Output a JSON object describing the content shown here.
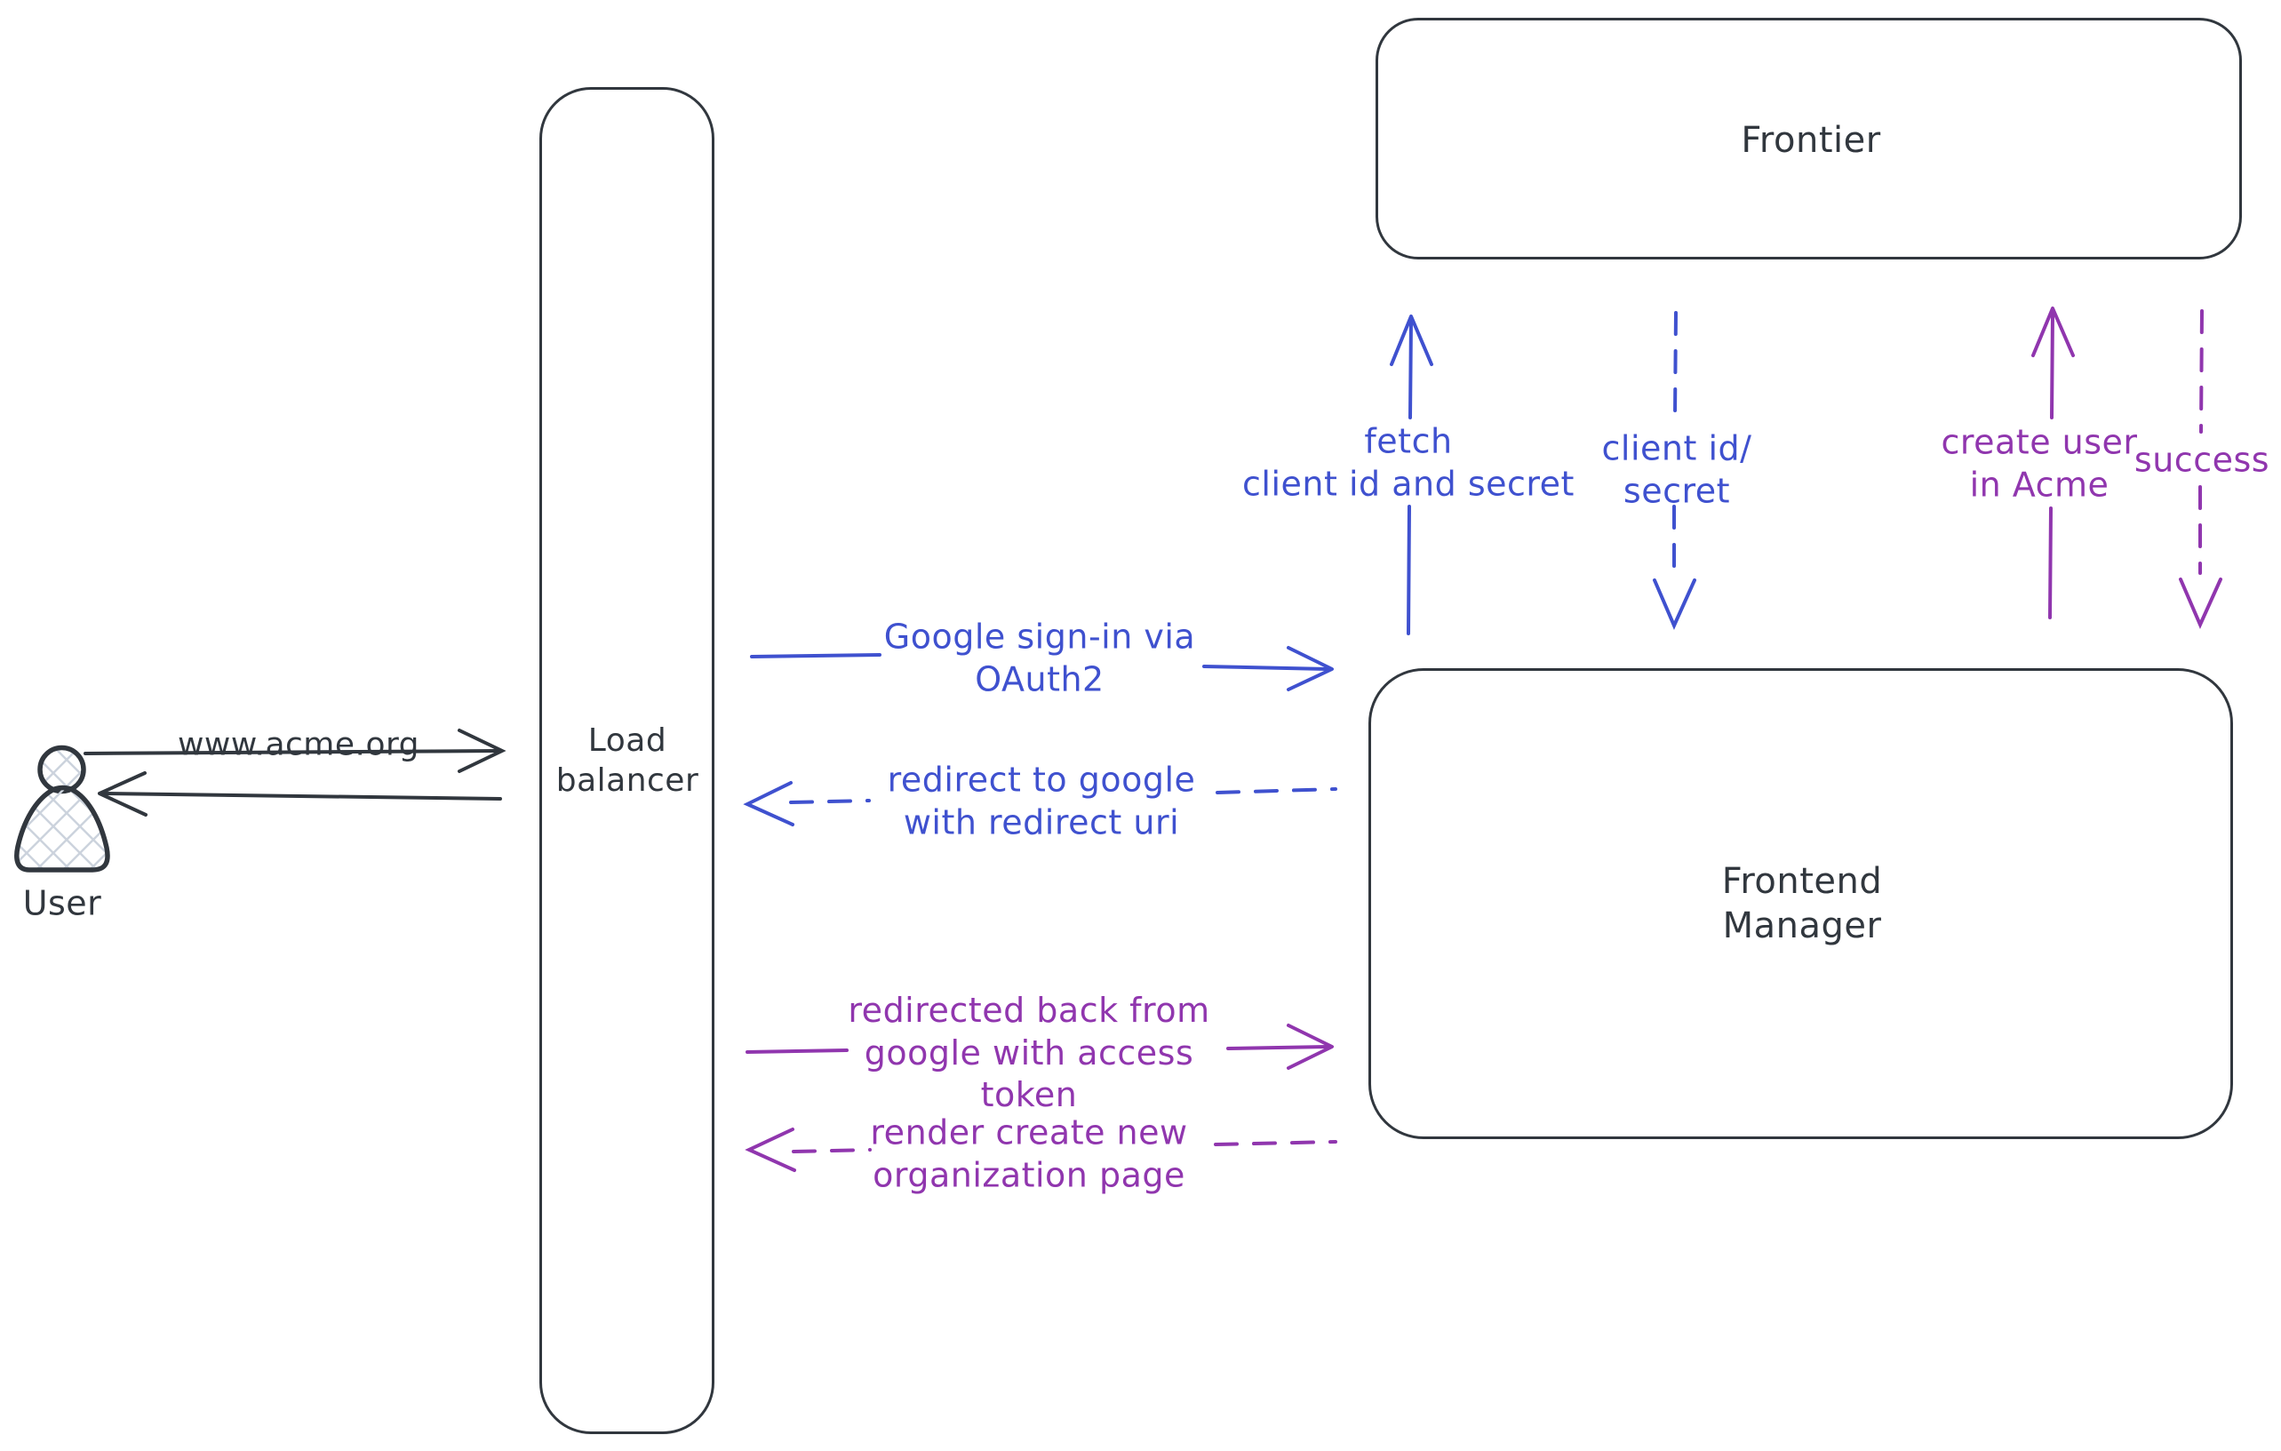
{
  "colors": {
    "ink": "#31373e",
    "blue": "#3f51cf",
    "purple": "#9036ae",
    "hatch_fill": "#ccd3dd"
  },
  "nodes": {
    "user": {
      "label": "User",
      "shape": "person"
    },
    "load_balancer": {
      "label": "Load\nbalancer",
      "shape": "rounded-rect"
    },
    "frontier": {
      "label": "Frontier",
      "shape": "rounded-rect"
    },
    "frontend_manager": {
      "label": "Frontend\nManager",
      "shape": "rounded-rect"
    }
  },
  "edges": {
    "www_acme": {
      "label": "www.acme.org",
      "from": "user",
      "to": "load_balancer",
      "line": "solid",
      "color": "ink",
      "direction": "right"
    },
    "lb_to_user": {
      "label": "",
      "from": "load_balancer",
      "to": "user",
      "line": "solid",
      "color": "ink",
      "direction": "left"
    },
    "google_signin": {
      "label": "Google sign-in via\nOAuth2",
      "from": "load_balancer",
      "to": "frontend_manager",
      "line": "solid",
      "color": "blue",
      "direction": "right"
    },
    "redirect_google": {
      "label": "redirect to google\nwith redirect uri",
      "from": "frontend_manager",
      "to": "load_balancer",
      "line": "dashed",
      "color": "blue",
      "direction": "left"
    },
    "redirected_back": {
      "label": "redirected back from\ngoogle with access\ntoken",
      "from": "load_balancer",
      "to": "frontend_manager",
      "line": "solid",
      "color": "purple",
      "direction": "right"
    },
    "render_page": {
      "label": "render create new\norganization page",
      "from": "frontend_manager",
      "to": "load_balancer",
      "line": "dashed",
      "color": "purple",
      "direction": "left"
    },
    "fetch_secret": {
      "label": "fetch\nclient id and secret",
      "from": "frontend_manager",
      "to": "frontier",
      "line": "solid",
      "color": "blue",
      "direction": "up"
    },
    "client_id_secret": {
      "label": "client id/\nsecret",
      "from": "frontier",
      "to": "frontend_manager",
      "line": "dashed",
      "color": "blue",
      "direction": "down"
    },
    "create_user": {
      "label": "create user\nin Acme",
      "from": "frontend_manager",
      "to": "frontier",
      "line": "solid",
      "color": "purple",
      "direction": "up"
    },
    "success": {
      "label": "success",
      "from": "frontier",
      "to": "frontend_manager",
      "line": "dashed",
      "color": "purple",
      "direction": "down"
    }
  }
}
